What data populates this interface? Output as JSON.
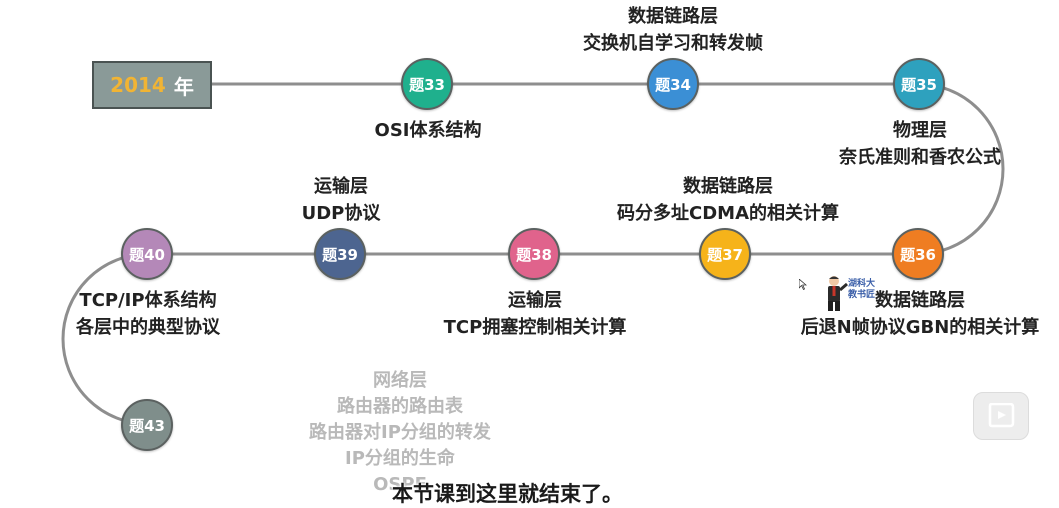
{
  "year": {
    "number": "2014",
    "unit": "年"
  },
  "nodes": [
    {
      "id": "n33",
      "label": "题33",
      "color": "#1fb08d",
      "caption": [
        "OSI体系结构"
      ]
    },
    {
      "id": "n34",
      "label": "题34",
      "color": "#3b8fd5",
      "caption": [
        "数据链路层",
        "交换机自学习和转发帧"
      ]
    },
    {
      "id": "n35",
      "label": "题35",
      "color": "#2ea1be",
      "caption": [
        "物理层",
        "奈氏准则和香农公式"
      ]
    },
    {
      "id": "n36",
      "label": "题36",
      "color": "#ef7d22",
      "caption": [
        "数据链路层",
        "后退N帧协议GBN的相关计算"
      ]
    },
    {
      "id": "n37",
      "label": "题37",
      "color": "#f6b31a",
      "caption": [
        "数据链路层",
        "码分多址CDMA的相关计算"
      ]
    },
    {
      "id": "n38",
      "label": "题38",
      "color": "#e0638c",
      "caption": [
        "运输层",
        "TCP拥塞控制相关计算"
      ]
    },
    {
      "id": "n39",
      "label": "题39",
      "color": "#4d6590",
      "caption": [
        "运输层",
        "UDP协议"
      ]
    },
    {
      "id": "n40",
      "label": "题40",
      "color": "#b488b8",
      "caption": [
        "TCP/IP体系结构",
        "各层中的典型协议"
      ]
    },
    {
      "id": "n43",
      "label": "题43",
      "color": "#7f8e8b",
      "caption": []
    }
  ],
  "preview": [
    "网络层",
    "路由器的路由表",
    "路由器对IP分组的转发",
    "IP分组的生命",
    "OSPF"
  ],
  "subtitle": "本节课到这里就结束了。",
  "watermark": {
    "text": [
      "湖科大",
      "教书匠"
    ],
    "icon": "teacher-figure"
  },
  "colors": {
    "track": "#8e8e8e",
    "year_text": "#f1b434"
  }
}
